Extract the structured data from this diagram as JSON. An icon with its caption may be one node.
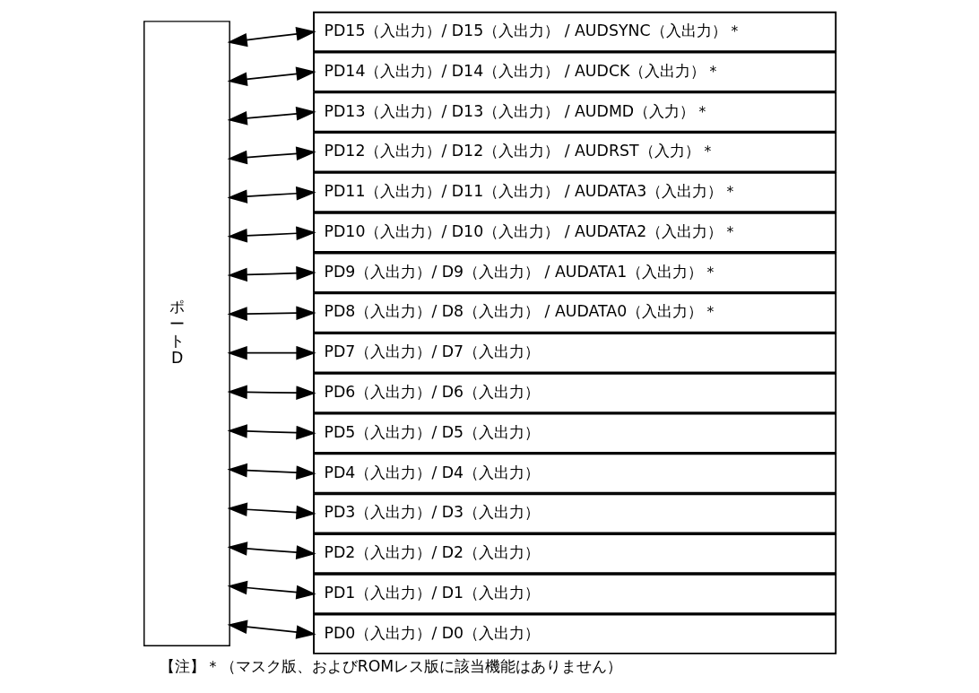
{
  "diagram": {
    "caption": "【注】＊（マスク版、およびROMレス版に該当機能はありません）",
    "nodes": [
      {
        "text": [
          "ポートD"
        ]
      },
      {
        "text": [
          "PD15（入出力）/ D15（入出力） / AUDSYNC（入出力）＊"
        ]
      },
      {
        "text": [
          "PD14（入出力）/ D14（入出力） / AUDCK（入出力）＊"
        ]
      },
      {
        "text": [
          "PD13（入出力）/ D13（入出力） / AUDMD（入力）＊"
        ]
      },
      {
        "text": [
          "PD12（入出力）/ D12（入出力） / AUDRST（入力）＊"
        ]
      },
      {
        "text": [
          "PD11（入出力）/ D11（入出力） / AUDATA3（入出力）＊"
        ]
      },
      {
        "text": [
          "PD10（入出力）/ D10（入出力） / AUDATA2（入出力）＊"
        ]
      },
      {
        "text": [
          "PD9（入出力）/ D9（入出力） / AUDATA1（入出力）＊"
        ]
      },
      {
        "text": [
          "PD8（入出力）/ D8（入出力） / AUDATA0（入出力）＊"
        ]
      },
      {
        "text": [
          "PD7（入出力）/ D7（入出力）"
        ]
      },
      {
        "text": [
          "PD6（入出力）/ D6（入出力）"
        ]
      },
      {
        "text": [
          "PD5（入出力）/ D5（入出力）"
        ]
      },
      {
        "text": [
          "PD4（入出力）/ D4（入出力）"
        ]
      },
      {
        "text": [
          "PD3（入出力）/ D3（入出力）"
        ]
      },
      {
        "text": [
          "PD2（入出力）/ D2（入出力）"
        ]
      },
      {
        "text": [
          "PD1（入出力）/ D1（入出力）"
        ]
      },
      {
        "text": [
          "PD0（入出力）/ D0（入出力）"
        ]
      }
    ],
    "edges": [
      {
        "from": 0,
        "to": 1,
        "arrow": "both"
      },
      {
        "from": 0,
        "to": 2,
        "arrow": "both"
      },
      {
        "from": 0,
        "to": 3,
        "arrow": "both"
      },
      {
        "from": 0,
        "to": 4,
        "arrow": "both"
      },
      {
        "from": 0,
        "to": 5,
        "arrow": "both"
      },
      {
        "from": 0,
        "to": 6,
        "arrow": "both"
      },
      {
        "from": 0,
        "to": 7,
        "arrow": "both"
      },
      {
        "from": 0,
        "to": 8,
        "arrow": "both"
      },
      {
        "from": 0,
        "to": 9,
        "arrow": "both"
      },
      {
        "from": 0,
        "to": 10,
        "arrow": "both"
      },
      {
        "from": 0,
        "to": 11,
        "arrow": "both"
      },
      {
        "from": 0,
        "to": 12,
        "arrow": "both"
      },
      {
        "from": 0,
        "to": 13,
        "arrow": "both"
      },
      {
        "from": 0,
        "to": 14,
        "arrow": "both"
      },
      {
        "from": 0,
        "to": 15,
        "arrow": "both"
      },
      {
        "from": 0,
        "to": 16,
        "arrow": "both"
      }
    ]
  }
}
